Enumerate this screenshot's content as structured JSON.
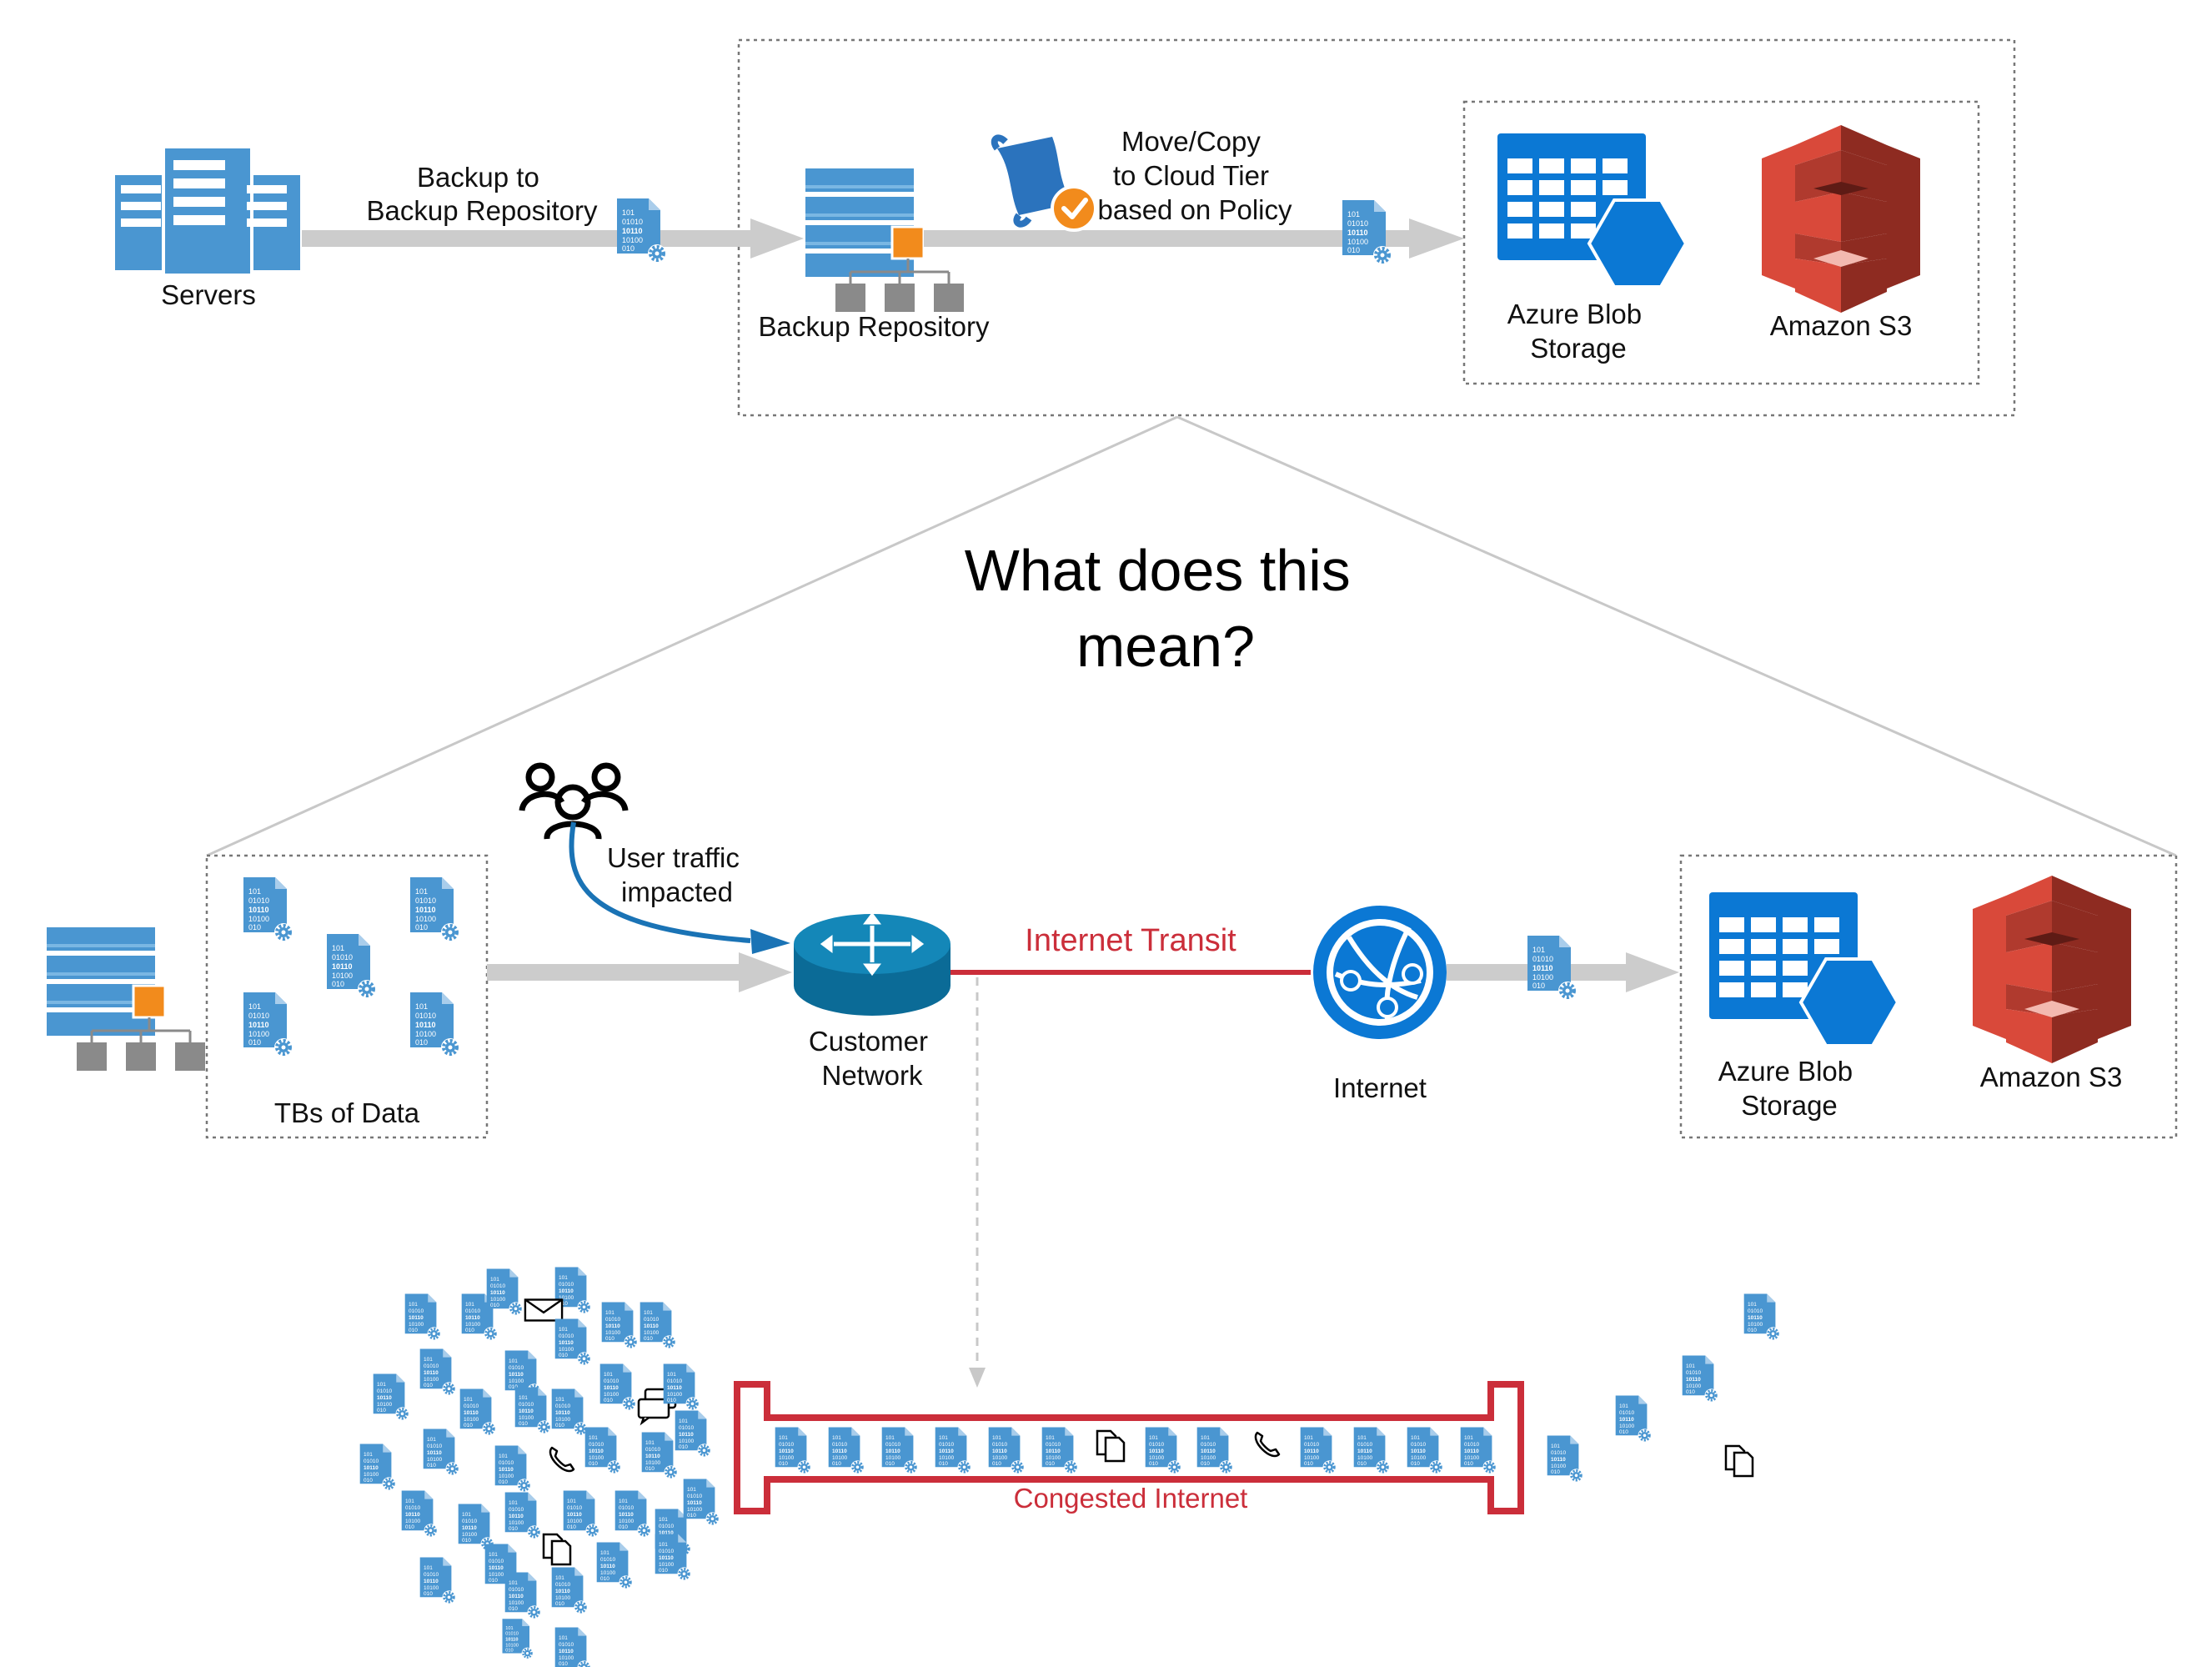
{
  "colors": {
    "server_blue": "#4a96d1",
    "azure_blue": "#0b78d4",
    "s3_red": "#d9493a",
    "router_blue": "#0b6b97",
    "congested_red": "#cb2e3a",
    "arrow_gray": "#cccccc",
    "connector_gray": "#8a8a8a",
    "orange": "#f28b1c",
    "text": "#111111"
  },
  "top": {
    "servers_label": "Servers",
    "backup_arrow_label": [
      "Backup to",
      "Backup Repository"
    ],
    "repo_label": "Backup Repository",
    "policy_label": [
      "Move/Copy",
      "to Cloud Tier",
      "based on Policy"
    ],
    "azure_label": [
      "Azure Blob",
      "Storage"
    ],
    "s3_label": "Amazon S3"
  },
  "question": [
    "What does this",
    "mean?"
  ],
  "middle": {
    "tbs_label": "TBs of Data",
    "user_traffic_label": [
      "User traffic",
      "impacted"
    ],
    "router_label": [
      "Customer",
      "Network"
    ],
    "transit_label": "Internet Transit",
    "internet_label": "Internet",
    "azure_label": [
      "Azure Blob",
      "Storage"
    ],
    "s3_label": "Amazon S3"
  },
  "bottom": {
    "congested_label": "Congested Internet"
  },
  "icons": {
    "servers": "server-rack-icon",
    "repo": "backup-repository-icon",
    "data_file": "binary-file-gear-icon",
    "policy": "policy-scroll-check-icon",
    "azure": "azure-blob-storage-icon",
    "s3": "amazon-s3-bucket-icon",
    "users": "users-group-icon",
    "router": "router-icon",
    "internet": "globe-network-icon",
    "email": "envelope-icon",
    "chat": "chat-bubbles-icon",
    "phone": "phone-icon",
    "docs": "documents-icon"
  }
}
